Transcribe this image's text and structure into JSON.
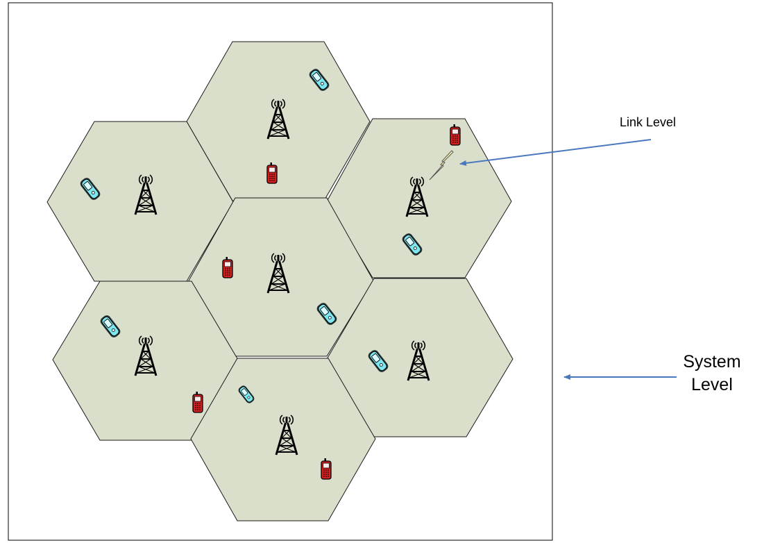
{
  "labels": {
    "link_level": "Link Level",
    "system_level_line1": "System",
    "system_level_line2": "Level"
  },
  "colors": {
    "cell_fill": "#dadfcb",
    "cell_stroke": "#1a1a1a",
    "arrow": "#4a78be",
    "tower": "#000000",
    "phone_blue": "#7ee6ee",
    "phone_red": "#d22020",
    "lightning": "#fff6b0"
  },
  "icons": {
    "tower": "cell-tower-icon",
    "smartphone": "smartphone-icon",
    "feature_phone": "feature-phone-icon",
    "radio_link": "lightning-icon"
  }
}
